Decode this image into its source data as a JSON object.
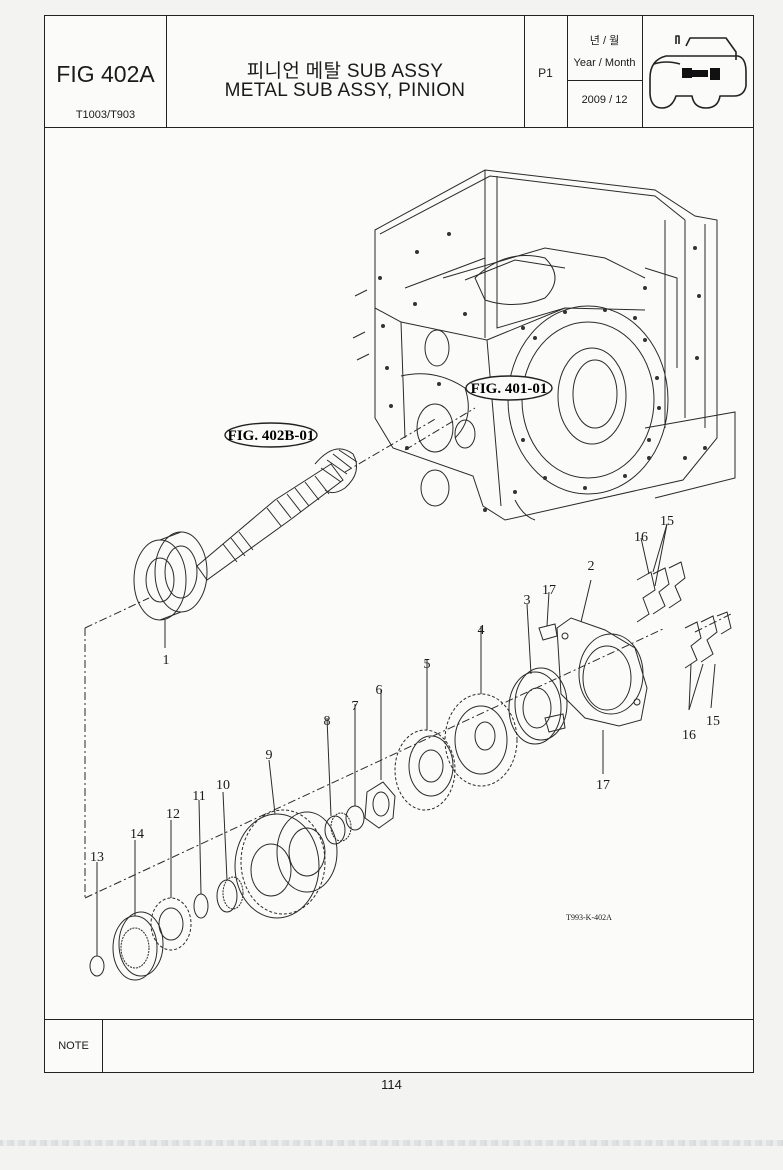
{
  "header": {
    "figure_number": "FIG 402A",
    "models": "T1003/T903",
    "title_korean": "피니언 메탈 SUB ASSY",
    "title_english": "METAL SUB ASSY, PINION",
    "page_code": "P1",
    "year_month_korean": "년 / 월",
    "year_month_english": "Year / Month",
    "date": "2009 / 12"
  },
  "drawing": {
    "reference_labels": [
      "FIG. 401-01",
      "FIG. 402B-01"
    ],
    "part_callouts": [
      "1",
      "2",
      "3",
      "4",
      "5",
      "6",
      "7",
      "8",
      "9",
      "10",
      "11",
      "12",
      "13",
      "14",
      "15",
      "16",
      "17",
      "15",
      "16",
      "17"
    ],
    "drawing_code": "T993-K-402A"
  },
  "footer": {
    "note_label": "NOTE",
    "page_number": "114"
  }
}
